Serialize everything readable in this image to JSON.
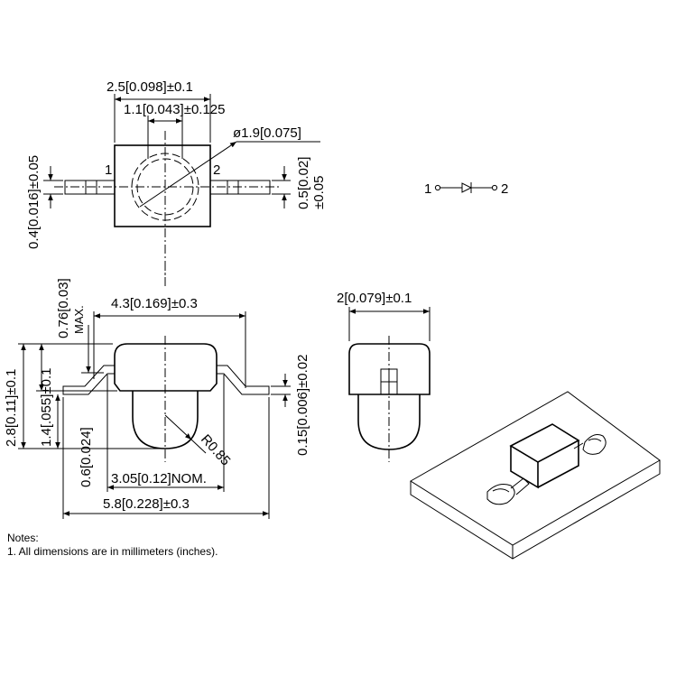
{
  "top_view": {
    "pin1": "1",
    "pin2": "2",
    "dim_body_width": "2.5[0.098]±0.1",
    "dim_inner_width": "1.1[0.043]±0.125",
    "dim_lens_diameter": "ø1.9[0.075]",
    "dim_lead_left": "0.4[0.016]±0.05",
    "dim_lead_right_a": "0.5[0.02]",
    "dim_lead_right_b": "±0.05"
  },
  "symbol": {
    "pin1": "1",
    "pin2": "2"
  },
  "side_view": {
    "dim_max_a": "0.76[0.03]",
    "dim_max_b": "MAX.",
    "dim_body_length": "4.3[0.169]±0.3",
    "dim_lead_thickness": "0.15[0.006]±0.02",
    "dim_total_height": "2.8[0.11]±0.1",
    "dim_body_height": "1.4[.055]±0.1",
    "dim_lens_offset": "0.6[0.024]",
    "dim_radius": "R0.85",
    "dim_nominal": "3.05[0.12]NOM.",
    "dim_total_length": "5.8[0.228]±0.3"
  },
  "end_view": {
    "dim_width": "2[0.079]±0.1"
  },
  "notes": {
    "title": "Notes:",
    "line1": "1. All dimensions are in millimeters (inches)."
  }
}
